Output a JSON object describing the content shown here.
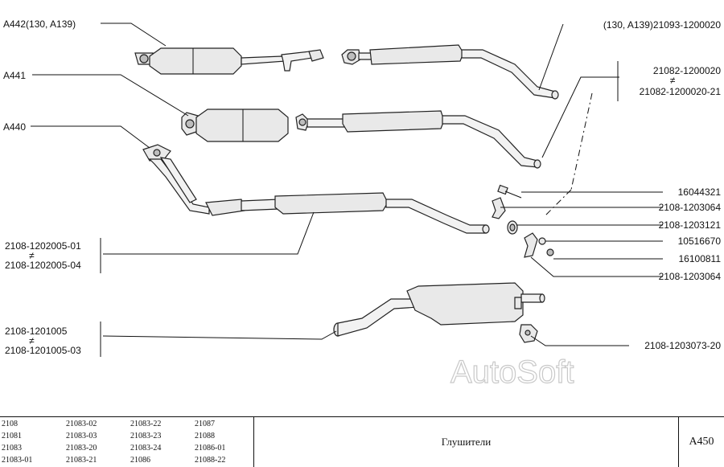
{
  "callouts": {
    "a442": "A442(130, A139)",
    "a441": "A441",
    "a440": "A440",
    "muffler_130": "(130, A139)21093-1200020",
    "muffler_21082_a": "21082-1200020",
    "muffler_21082_b": "21082-1200020-21",
    "front_pipe_a": "2108-1202005-01",
    "front_pipe_b": "2108-1202005-04",
    "rear_muffler_a": "2108-1201005",
    "rear_muffler_b": "2108-1201005-03",
    "bolt": "16044321",
    "clamp_upper": "2108-1203064",
    "cushion": "2108-1203121",
    "washer": "10516670",
    "nut": "16100811",
    "clamp_lower": "2108-1203064",
    "rear_cushion": "2108-1203073-20",
    "alt_symbol": "≠"
  },
  "watermark": "AutoSoft",
  "title_block": {
    "models": [
      "2108",
      "21083-02",
      "21083-22",
      "21087",
      "21081",
      "21083-03",
      "21083-23",
      "21088",
      "21083",
      "21083-20",
      "21083-24",
      "21086-01",
      "21083-01",
      "21083-21",
      "21086",
      "21088-22"
    ],
    "sheet_title": "Глушители",
    "sheet_code": "A450"
  },
  "colors": {
    "line": "#111111",
    "part_fill": "#e9e9e9",
    "watermark": "#c9c9c9"
  }
}
